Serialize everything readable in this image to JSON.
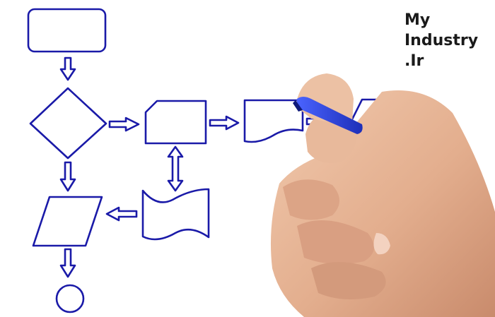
{
  "image": {
    "subject": "hand-drawing-flowchart",
    "stroke_color": "#1a1aa8",
    "skin_color": "#e6b596",
    "marker_color": "#2b3fd6"
  },
  "watermark": {
    "line1": "My",
    "line2": "Industry",
    "line3": ".Ir"
  }
}
